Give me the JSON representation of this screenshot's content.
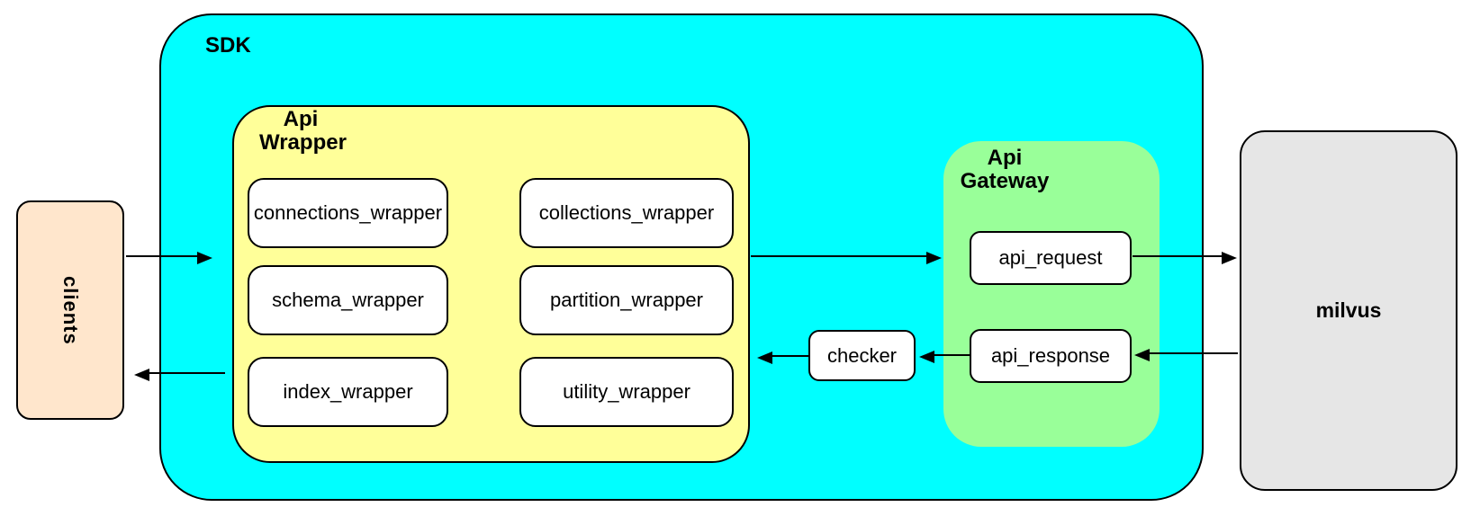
{
  "palette": {
    "sdk_fill": "#00FFFF",
    "api_wrapper_fill": "#FFFF99",
    "api_gateway_fill": "#99FF99",
    "clients_fill": "#FFE6CC",
    "milvus_fill": "#E6E6E6",
    "leaf_fill": "#FFFFFF",
    "stroke": "#000000"
  },
  "nodes": {
    "sdk": {
      "label": "SDK",
      "fill": "#00FFFF"
    },
    "clients": {
      "label": "clients",
      "fill": "#FFE6CC",
      "text_rotation": "90deg-clockwise"
    },
    "api_wrapper": {
      "label": "Api\nWrapper",
      "fill": "#FFFF99"
    },
    "wrappers": [
      {
        "label": "connections_wrapper"
      },
      {
        "label": "collections_wrapper"
      },
      {
        "label": "schema_wrapper"
      },
      {
        "label": "partition_wrapper"
      },
      {
        "label": "index_wrapper"
      },
      {
        "label": "utility_wrapper"
      }
    ],
    "api_gateway": {
      "label": "Api\nGateway",
      "fill": "#99FF99"
    },
    "api_request": {
      "label": "api_request",
      "fill": "#FFFFFF"
    },
    "api_response": {
      "label": "api_response",
      "fill": "#FFFFFF"
    },
    "checker": {
      "label": "checker",
      "fill": "#FFFFFF"
    },
    "milvus": {
      "label": "milvus",
      "fill": "#E6E6E6"
    }
  },
  "edges": [
    {
      "from": "clients",
      "to": "sdk"
    },
    {
      "from": "api_wrapper",
      "to": "api_gateway"
    },
    {
      "from": "api_request",
      "to": "milvus"
    },
    {
      "from": "milvus",
      "to": "api_response"
    },
    {
      "from": "api_response",
      "to": "checker"
    },
    {
      "from": "checker",
      "to": "api_wrapper"
    },
    {
      "from": "sdk",
      "to": "clients"
    }
  ]
}
